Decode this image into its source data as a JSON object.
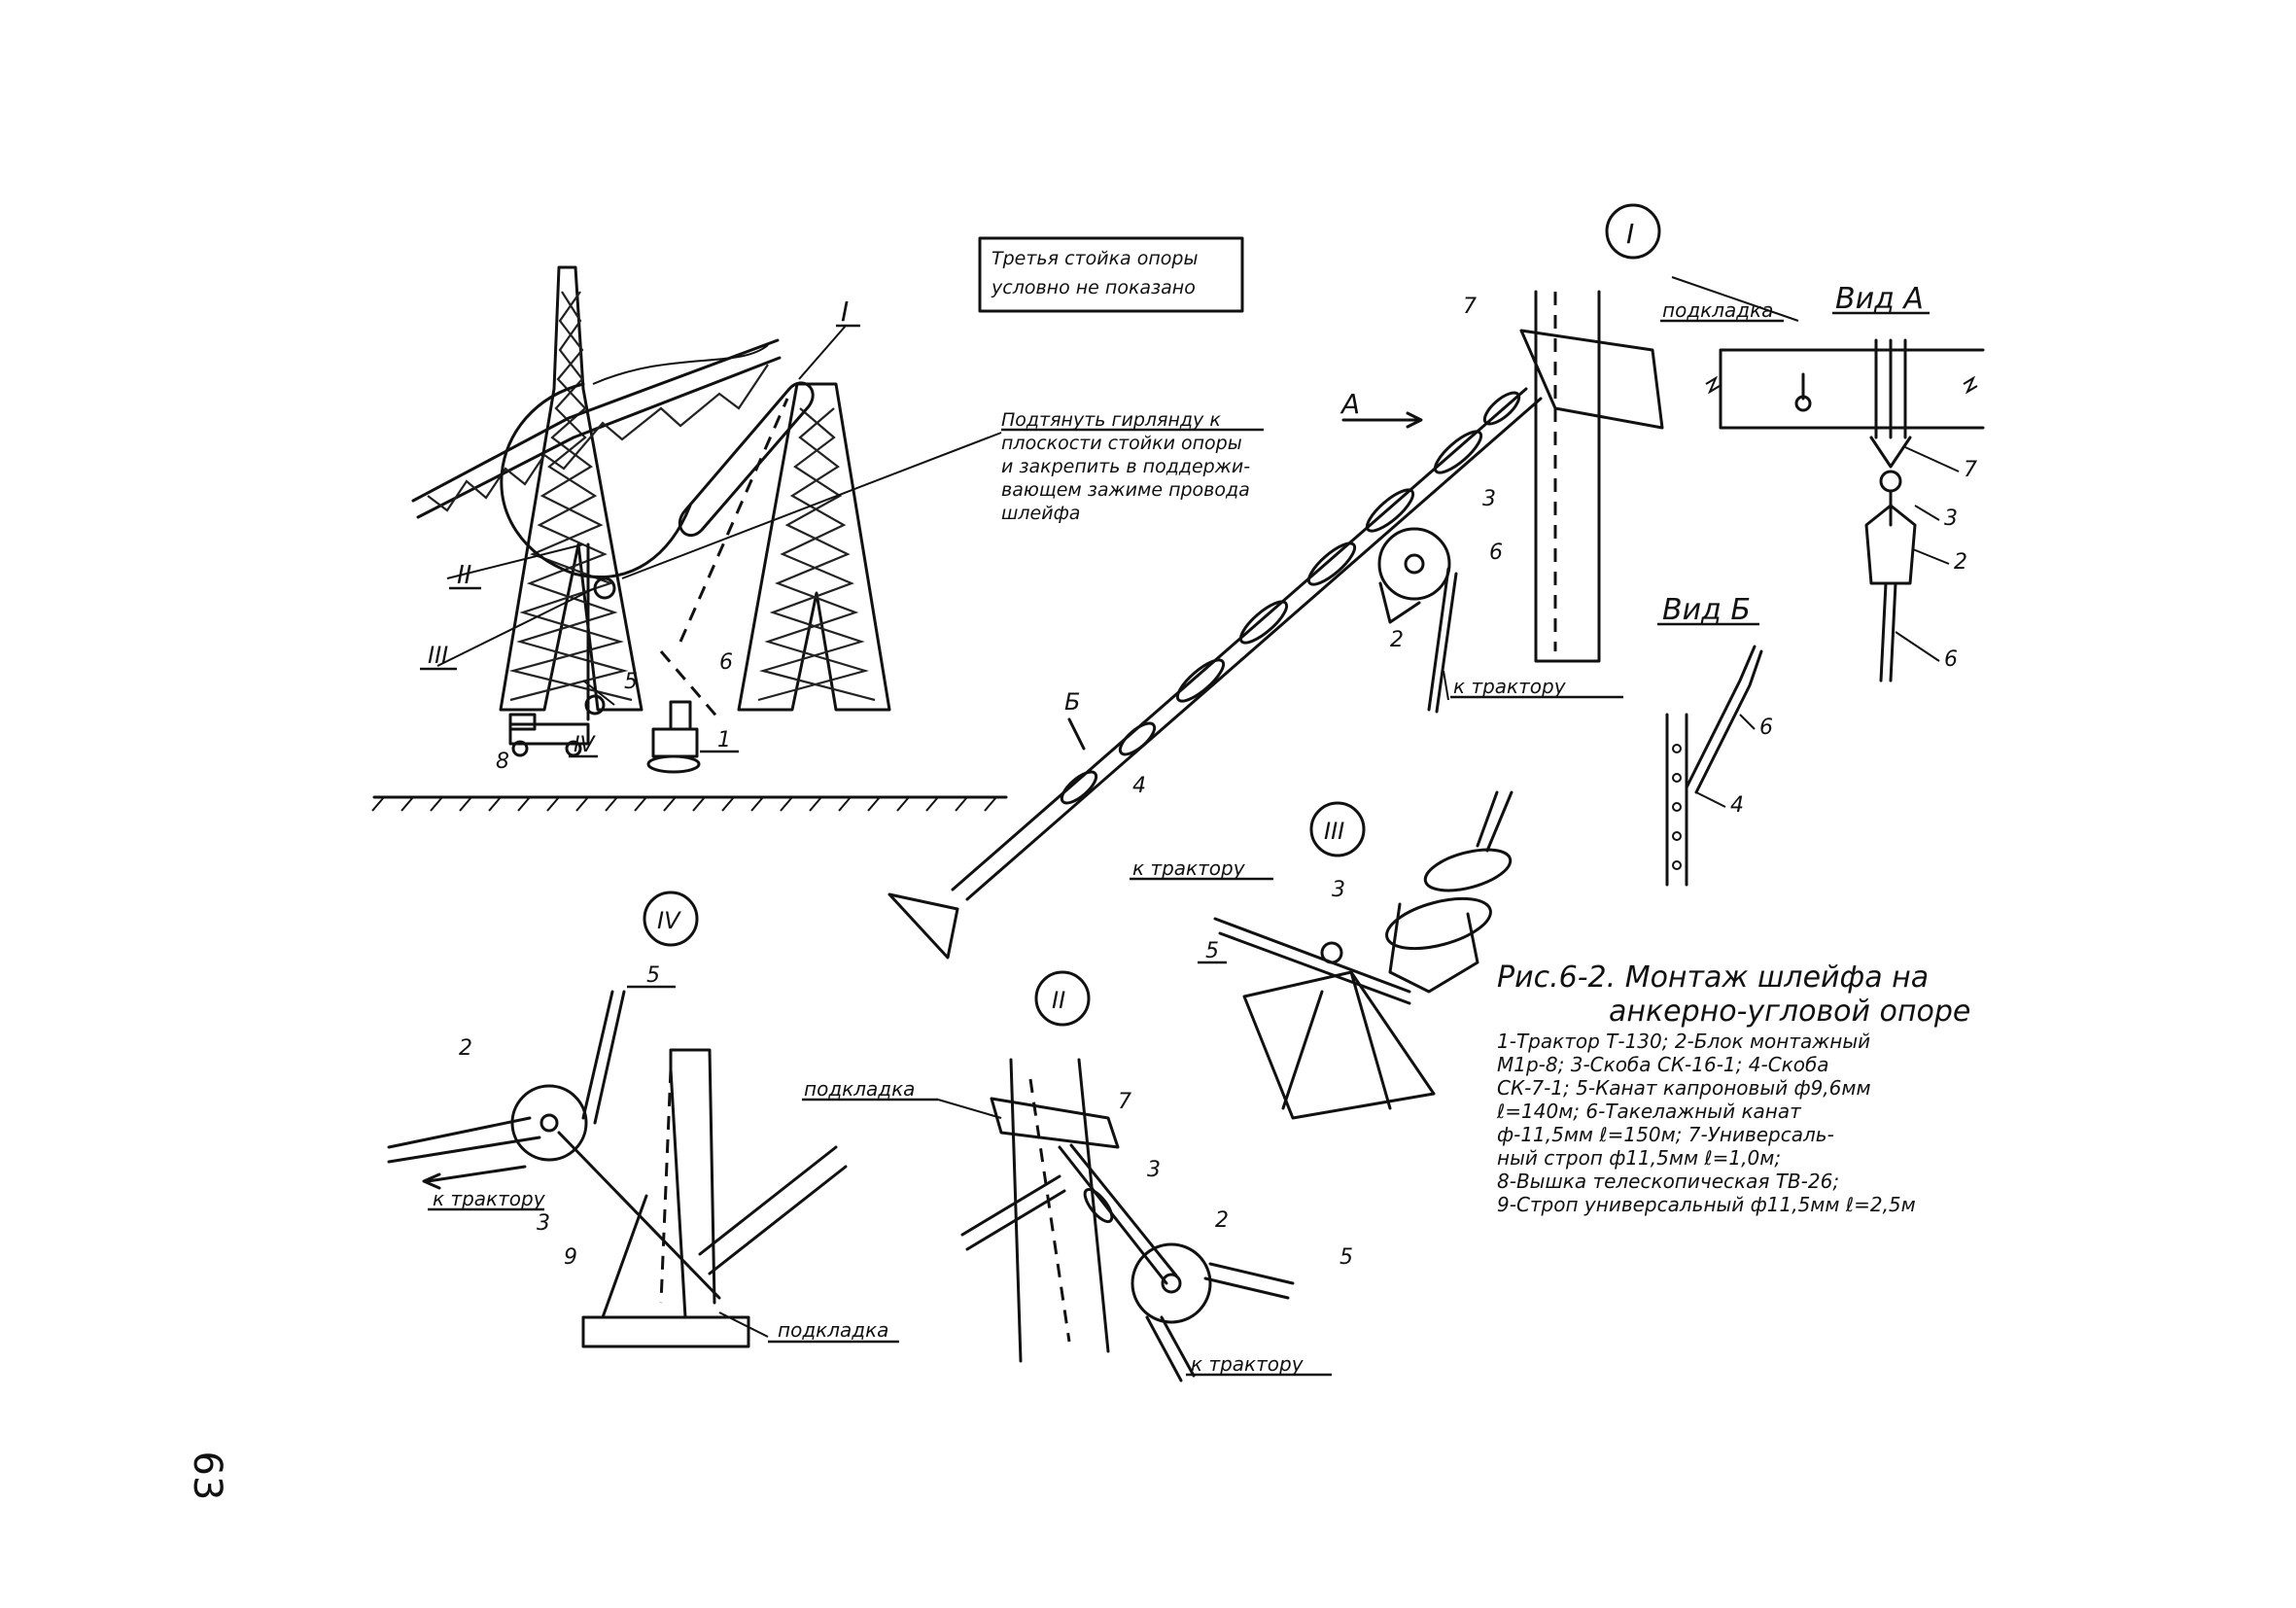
{
  "page_number": "63",
  "note_box": {
    "line1": "Третья стойка опоры",
    "line2": "условно не показано"
  },
  "instruction": {
    "line1": "Подтянуть гирлянду к",
    "line2": "плоскости стойки опоры",
    "line3": "и закрепить в поддержи-",
    "line4": "вающем зажиме провода",
    "line5": "шлейфа"
  },
  "view_labels": {
    "view_a": "Вид А",
    "view_b": "Вид Б"
  },
  "arrow_labels": {
    "a": "А",
    "b": "Б"
  },
  "roman": {
    "i": "I",
    "ii": "II",
    "iii": "III",
    "iv": "IV"
  },
  "callouts": {
    "n1": "1",
    "n2": "2",
    "n3": "3",
    "n4": "4",
    "n5": "5",
    "n6": "6",
    "n7": "7",
    "n8": "8",
    "n9": "9"
  },
  "words": {
    "podkladka": "подкладка",
    "k_traktoru": "к трактору"
  },
  "caption": {
    "title_line1": "Рис.6-2. Монтаж шлейфа на",
    "title_line2": "анкерно-угловой опоре",
    "legend": [
      "1-Трактор Т-130;  2-Блок монтажный",
      "М1р-8;  3-Скоба СК-16-1;  4-Скоба",
      "СК-7-1;  5-Канат капроновый ф9,6мм",
      "ℓ=140м;  6-Такелажный канат",
      "ф-11,5мм  ℓ=150м;  7-Универсаль-",
      "ный строп ф11,5мм  ℓ=1,0м;",
      "8-Вышка телескопическая ТВ-26;",
      "9-Строп универсальный ф11,5мм ℓ=2,5м"
    ]
  }
}
